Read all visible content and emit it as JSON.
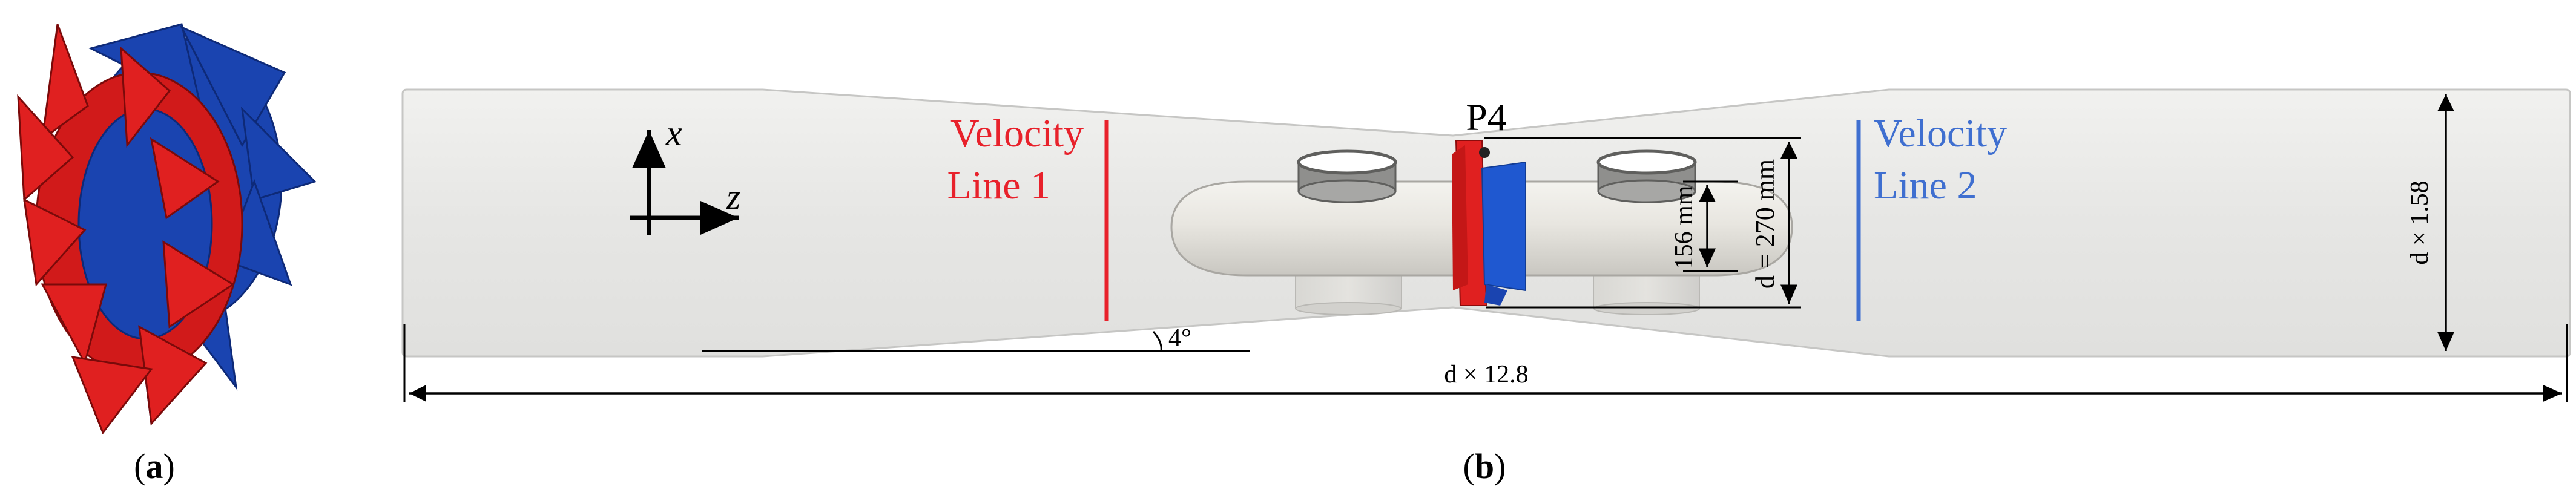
{
  "panel_a": {
    "label_bold": "a",
    "label_open": "(",
    "label_close": ")"
  },
  "panel_b": {
    "label_bold": "b",
    "label_open": "(",
    "label_close": ")",
    "axes": {
      "x": "x",
      "z": "z"
    },
    "velocity_line_1": {
      "line1": "Velocity",
      "line2": "Line 1",
      "color": "#e8212b"
    },
    "velocity_line_2": {
      "line1": "Velocity",
      "line2": "Line 2",
      "color": "#3f6fd0"
    },
    "probe": "P4",
    "angle": "4°",
    "hub_diameter": "156 mm",
    "rotor_diameter": "d  =  270 mm",
    "outlet_diameter": "d × 1.58",
    "total_length": "d × 12.8"
  },
  "colors": {
    "rotor_red": "#e02020",
    "rotor_blue": "#1a44b0",
    "tube_fill": "#e9e9e7",
    "tube_edge": "#c6c6c4"
  }
}
